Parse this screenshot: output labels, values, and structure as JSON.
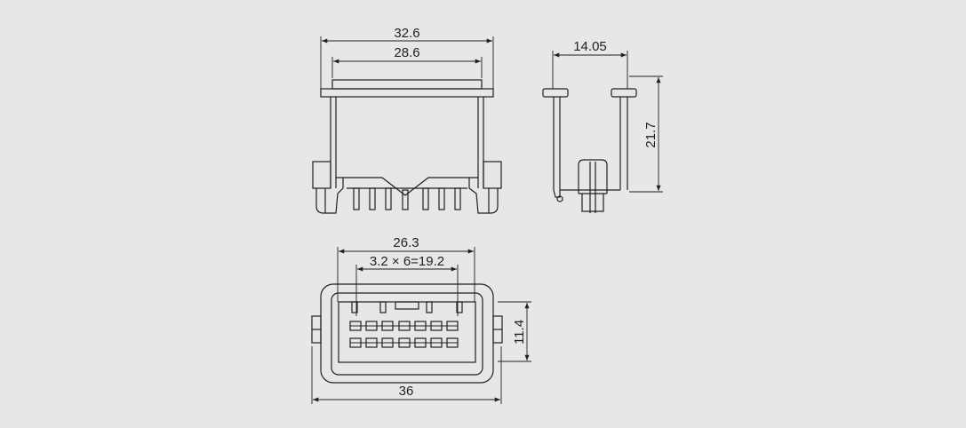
{
  "drawing": {
    "front_view": {
      "overall_width_label": "32.6",
      "inner_width_label": "28.6"
    },
    "side_view": {
      "depth_label": "14.05",
      "height_label": "21.7"
    },
    "bottom_view": {
      "pin_span_label": "26.3",
      "pitch_label": "3.2 × 6=19.2",
      "body_height_label": "11.4",
      "total_width_label": "36"
    }
  }
}
